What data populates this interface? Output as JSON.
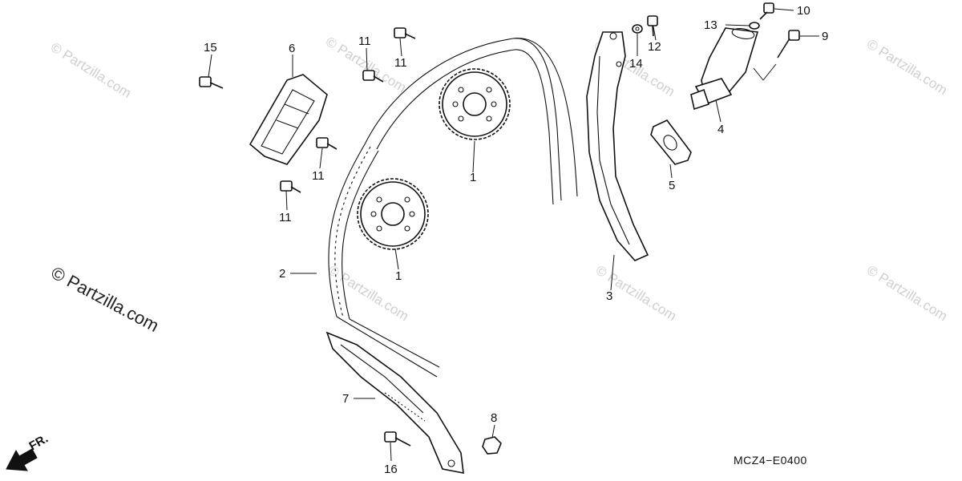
{
  "watermarks": {
    "faint": "© Partzilla.com",
    "prominent": "© Partzilla.com"
  },
  "callouts": {
    "c1a": "1",
    "c1b": "1",
    "c2": "2",
    "c3": "3",
    "c4": "4",
    "c5": "5",
    "c6": "6",
    "c7": "7",
    "c8": "8",
    "c9": "9",
    "c10": "10",
    "c11a": "11",
    "c11b": "11",
    "c11c": "11",
    "c11d": "11",
    "c12": "12",
    "c13": "13",
    "c14": "14",
    "c15": "15",
    "c16": "16"
  },
  "front_label": "FR.",
  "diagram_code": "MCZ4−E0400"
}
